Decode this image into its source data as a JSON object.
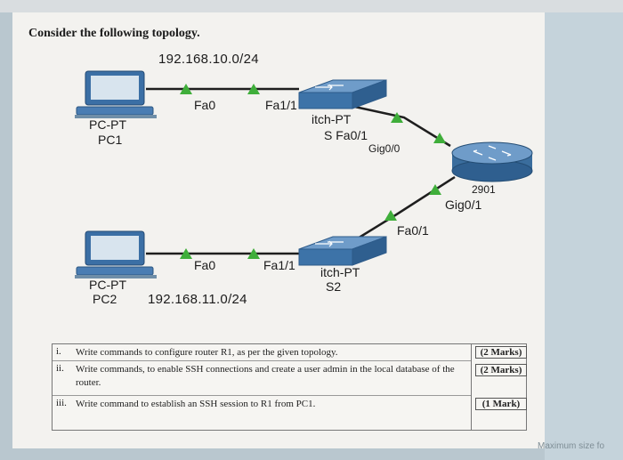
{
  "heading": "Consider the following topology.",
  "topology": {
    "net1": "192.168.10.0/24",
    "net2": "192.168.11.0/24",
    "pc1": {
      "type": "PC-PT",
      "name": "PC1",
      "port": "Fa0"
    },
    "pc2": {
      "type": "PC-PT",
      "name": "PC2",
      "port": "Fa0"
    },
    "s1": {
      "type_label": "itch-PT",
      "name_port": "S Fa0/1",
      "port_pc": "Fa1/1",
      "port_router": "Gig0/0"
    },
    "s2": {
      "type_label": "itch-PT",
      "name": "S2",
      "port_pc": "Fa1/1",
      "port_router": "Fa0/1"
    },
    "router": {
      "model": "2901",
      "port_s2": "Gig0/1"
    },
    "colors": {
      "cable": "#1e1e1e",
      "link_light": "#3fae3a",
      "device_blue": "#3d73a8"
    }
  },
  "tasks": [
    {
      "num": "i.",
      "text": "Write commands to configure router R1, as per the given topology.",
      "marks": "(2 Marks)"
    },
    {
      "num": "ii.",
      "text": "Write commands, to enable SSH connections and create a user admin in the local database of the router.",
      "marks": "(2 Marks)"
    },
    {
      "num": "iii.",
      "text": "Write command to establish an SSH session to R1 from PC1.",
      "marks": "(1 Mark)"
    }
  ],
  "watermark": "Maximum size fo"
}
